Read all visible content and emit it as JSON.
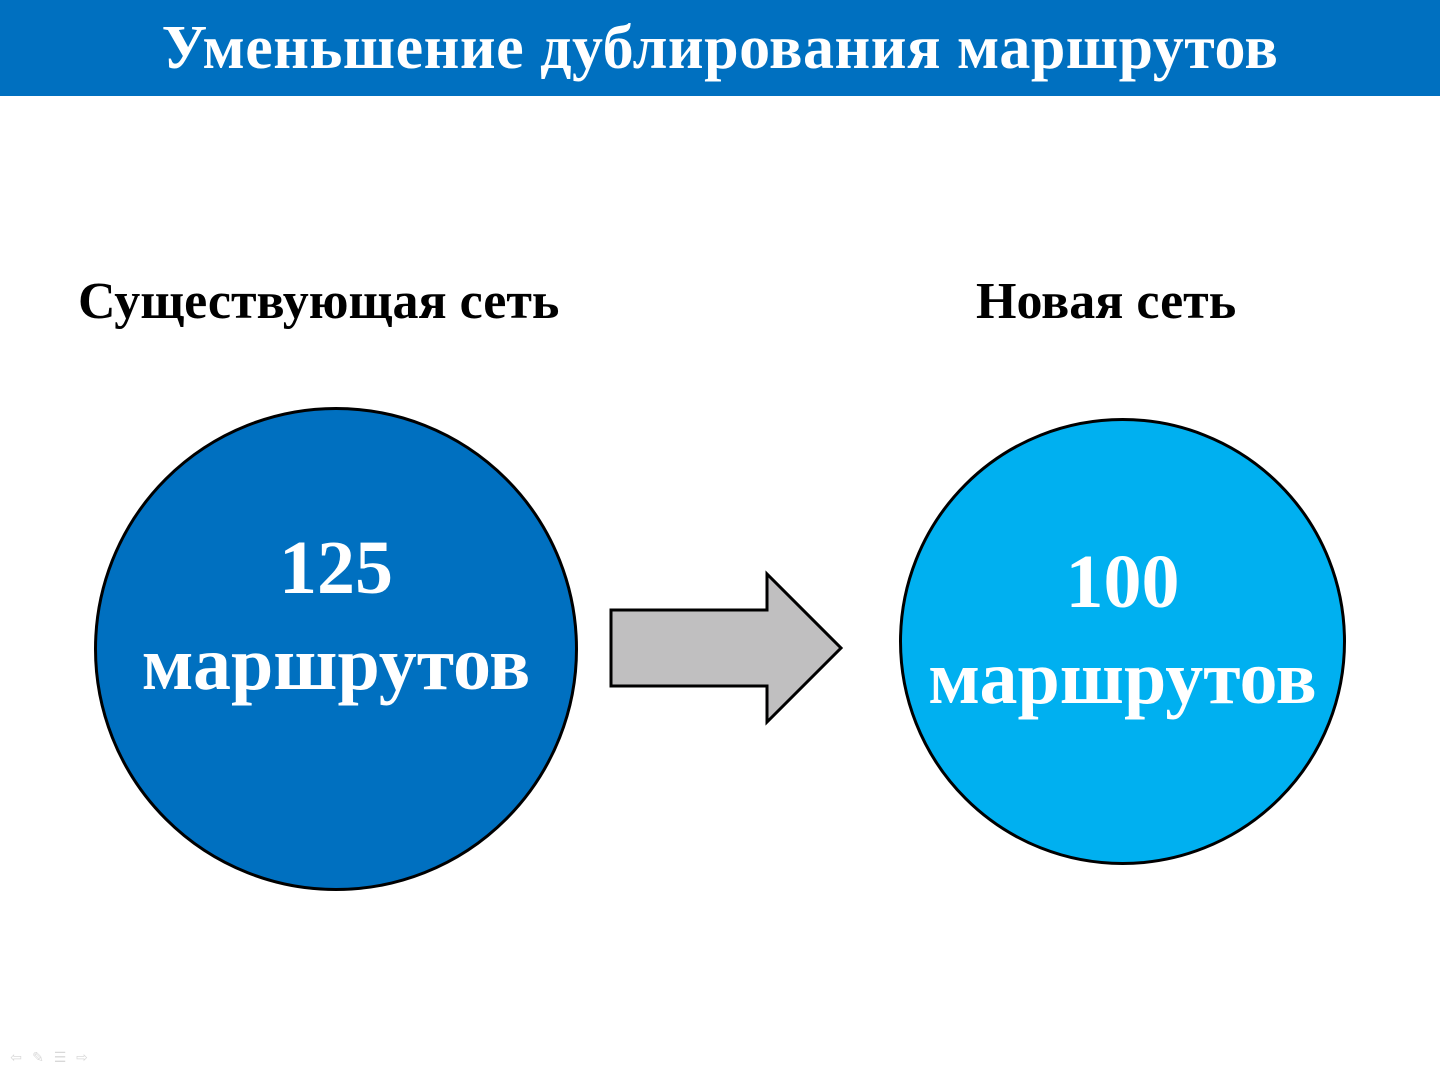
{
  "title": "Уменьшение дублирования маршрутов",
  "existing": {
    "label": "Существующая сеть",
    "count": "125",
    "unit": "маршрутов",
    "color": "#0070c0"
  },
  "new": {
    "label": "Новая сеть",
    "count": "100",
    "unit": "маршрутов",
    "color": "#00b0f0"
  },
  "colors": {
    "title_bar": "#0070c0",
    "arrow_fill": "#c0bfc0"
  },
  "nav_icons": [
    "arrow-left-icon",
    "pen-icon",
    "menu-icon",
    "arrow-right-icon"
  ]
}
